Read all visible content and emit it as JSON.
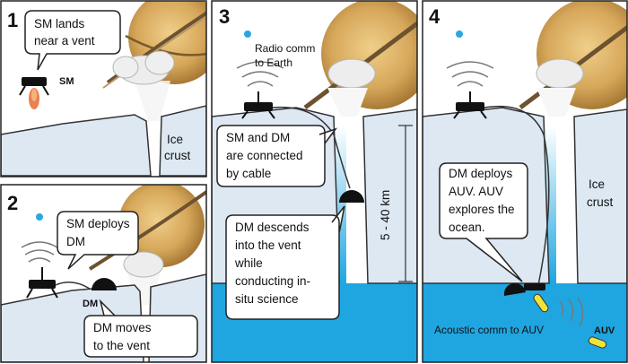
{
  "colors": {
    "sky": "#ffffff",
    "ice": "#dde8f3",
    "water": "#1fa6e0",
    "saturn": "#d6a75a",
    "earth_dot": "#29a8e0",
    "auv": "#f3e23a",
    "thruster": "#e8733a"
  },
  "panels": [
    {
      "number": "1",
      "bubble": [
        "SM lands",
        "near a vent"
      ],
      "sm_label": "SM",
      "ice_label": [
        "Ice",
        "crust"
      ]
    },
    {
      "number": "2",
      "bubble": [
        "SM deploys",
        "DM"
      ],
      "dm_label": "DM",
      "bubble2": [
        "DM moves",
        "to the vent"
      ]
    },
    {
      "number": "3",
      "radio_label": [
        "Radio comm",
        "to Earth"
      ],
      "cable_bubble": [
        "SM and DM",
        "are connected",
        "by cable"
      ],
      "depth_label": "5 - 40 km",
      "descend_bubble": [
        "DM descends",
        "into the vent",
        "while",
        "conducting in-",
        "situ science"
      ]
    },
    {
      "number": "4",
      "auv_bubble": [
        "DM deploys",
        "AUV. AUV",
        "explores the",
        "ocean."
      ],
      "ice_label": [
        "Ice",
        "crust"
      ],
      "acoustic_label": "Acoustic comm to AUV",
      "auv_label": "AUV"
    }
  ]
}
